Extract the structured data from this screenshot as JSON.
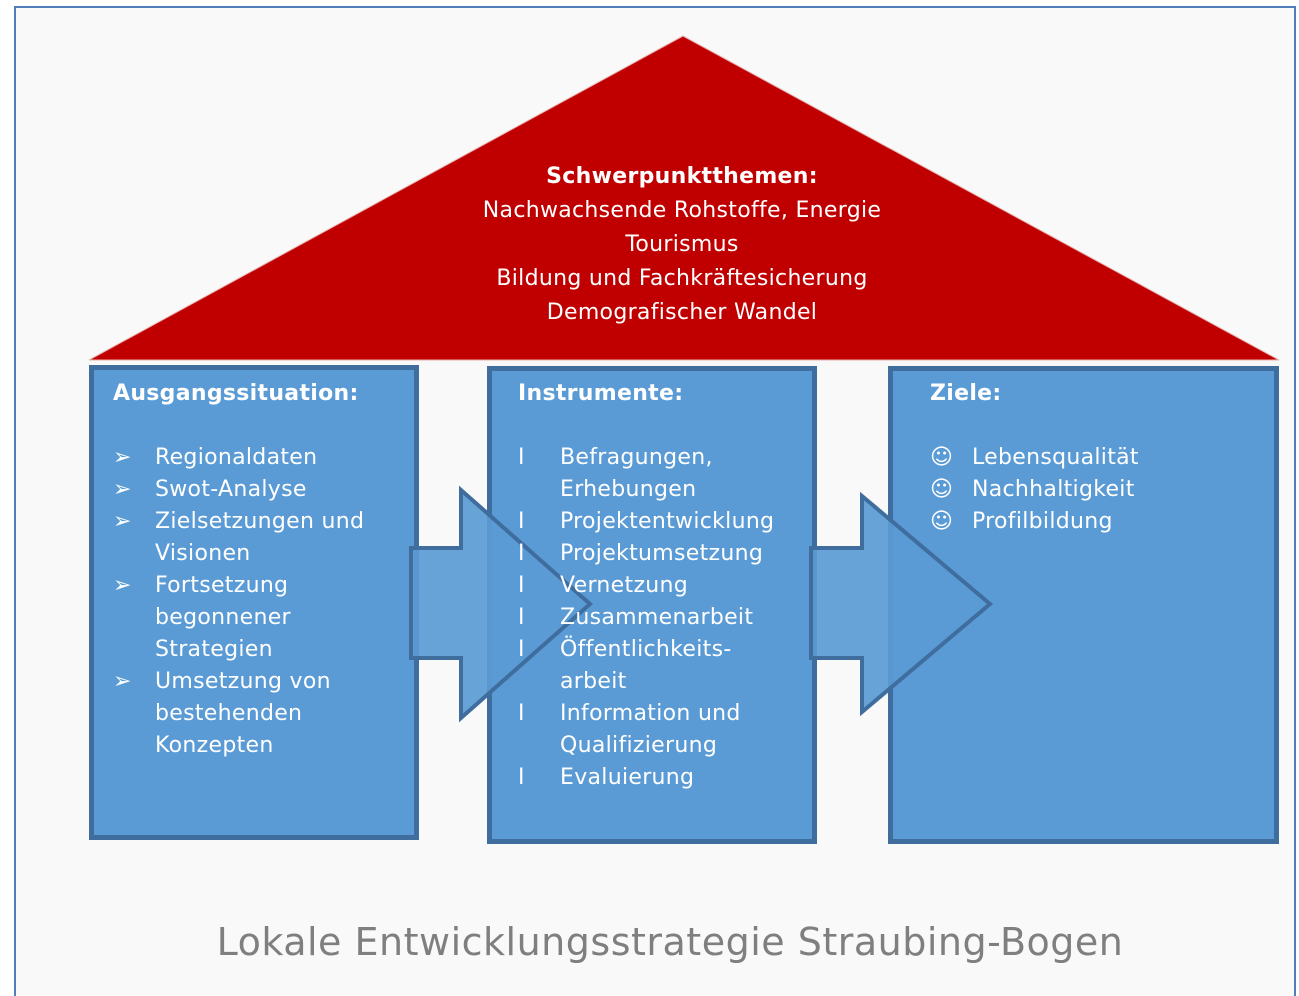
{
  "roof": {
    "heading": "Schwerpunktthemen:",
    "lines": [
      "Nachwachsende Rohstoffe, Energie",
      "Tourismus",
      "Bildung und Fachkräftesicherung",
      "Demografischer Wandel"
    ]
  },
  "columns": {
    "left": {
      "heading": "Ausgangssituation:",
      "marker": "➢",
      "items": [
        [
          "Regionaldaten"
        ],
        [
          "Swot-Analyse"
        ],
        [
          "Zielsetzungen und",
          "Visionen"
        ],
        [
          "Fortsetzung",
          "begonnener",
          "Strategien"
        ],
        [
          "Umsetzung von",
          "bestehenden",
          "Konzepten"
        ]
      ]
    },
    "middle": {
      "heading": "Instrumente:",
      "marker": "I",
      "items": [
        [
          "Befragungen,",
          "Erhebungen"
        ],
        [
          "Projektentwicklung"
        ],
        [
          "Projektumsetzung"
        ],
        [
          "Vernetzung"
        ],
        [
          "Zusammenarbeit"
        ],
        [
          "Öffentlichkeits-",
          "arbeit"
        ],
        [
          "Information und",
          "Qualifizierung"
        ],
        [
          "Evaluierung"
        ]
      ]
    },
    "right": {
      "heading": "Ziele:",
      "marker": "☺",
      "items": [
        [
          "Lebensqualität"
        ],
        [
          "Nachhaltigkeit"
        ],
        [
          "Profilbildung"
        ]
      ]
    }
  },
  "footer": {
    "title": "Lokale Entwicklungsstrategie Straubing-Bogen"
  },
  "colors": {
    "roof": "#c00000",
    "box": "#5b9bd5",
    "box_border": "#3f6d9e",
    "arrow": "#5b9bd5",
    "footer_text": "#7f7f7f"
  }
}
